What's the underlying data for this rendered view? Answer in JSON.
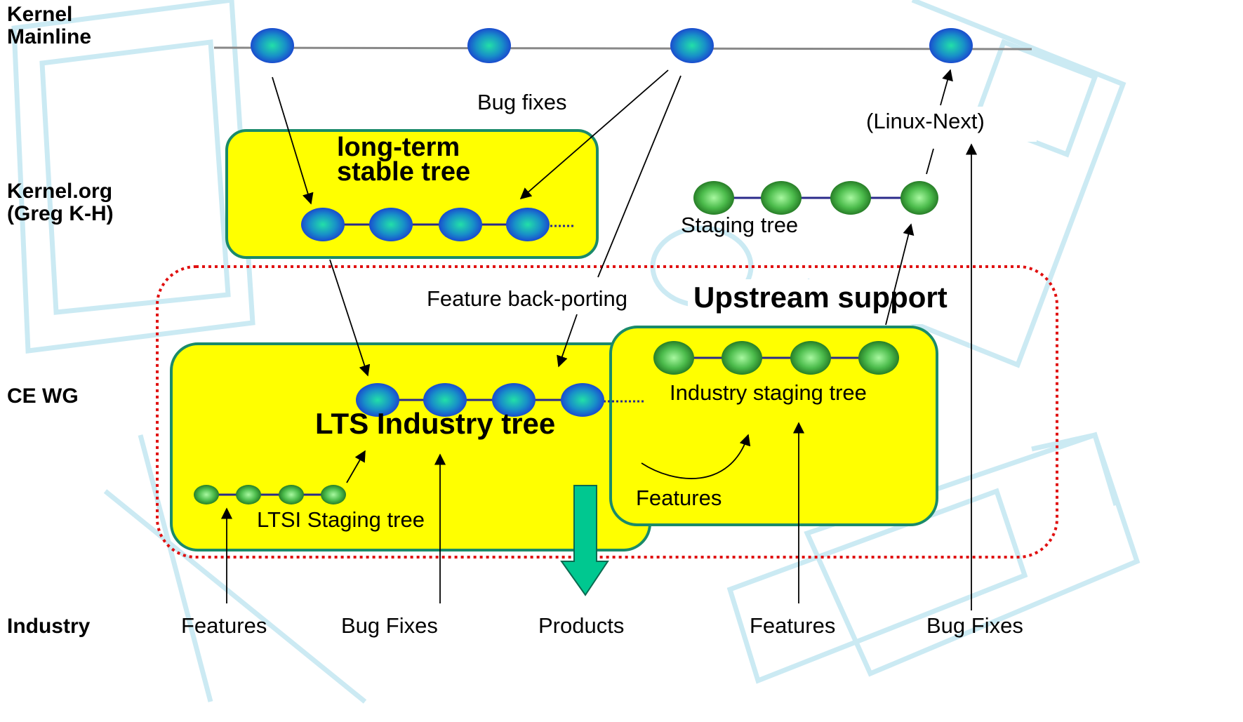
{
  "rows": {
    "kernel_mainline": [
      "Kernel",
      "Mainline"
    ],
    "kernel_org": [
      "Kernel.org",
      "(Greg K-H)"
    ],
    "ce_wg": "CE WG",
    "industry": "Industry"
  },
  "labels": {
    "bug_fixes_top": "Bug fixes",
    "linux_next": "(Linux-Next)",
    "long_term_stable_tree": [
      "long-term",
      "stable tree"
    ],
    "staging_tree": "Staging tree",
    "feature_backporting": "Feature back-porting",
    "upstream_support": "Upstream support",
    "lts_industry_tree": "LTS Industry tree",
    "industry_staging_tree": "Industry staging tree",
    "ltsi_staging_tree": "LTSI Staging tree",
    "features_inner": "Features"
  },
  "bottom_labels": [
    "Features",
    "Bug Fixes",
    "Products",
    "Features",
    "Bug Fixes"
  ],
  "colors": {
    "box_fill": "#ffff00",
    "box_border": "#1a8a6a",
    "blue_node": "#1f4fd8",
    "blue_node_center": "#18d0a0",
    "green_node": "#2e8b2e",
    "green_node_center": "#9cf08c",
    "dotted_region": "#e01010",
    "products_arrow": "#00c890",
    "background_art": "#bfe6f0"
  }
}
